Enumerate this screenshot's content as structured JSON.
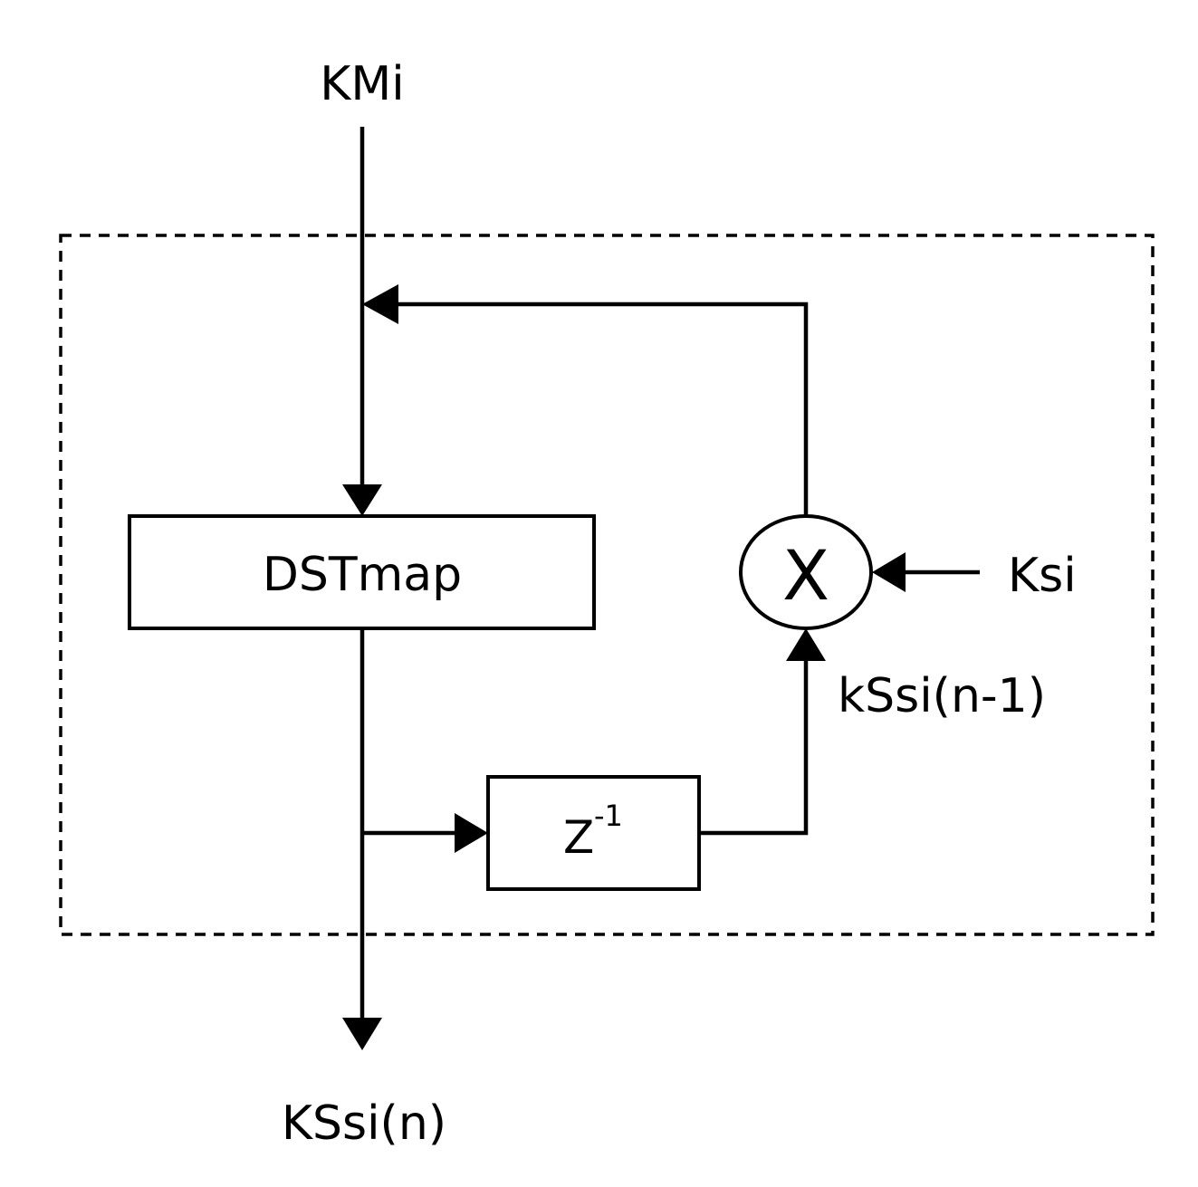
{
  "diagram": {
    "input_label": "KMi",
    "output_label": "KSsi(n)",
    "map_block_label": "DSTmap",
    "delay_block": {
      "base": "Z",
      "exponent": "-1"
    },
    "multiplier_symbol": "X",
    "side_input_label": "Ksi",
    "feedback_label": "kSsi(n-1)"
  }
}
